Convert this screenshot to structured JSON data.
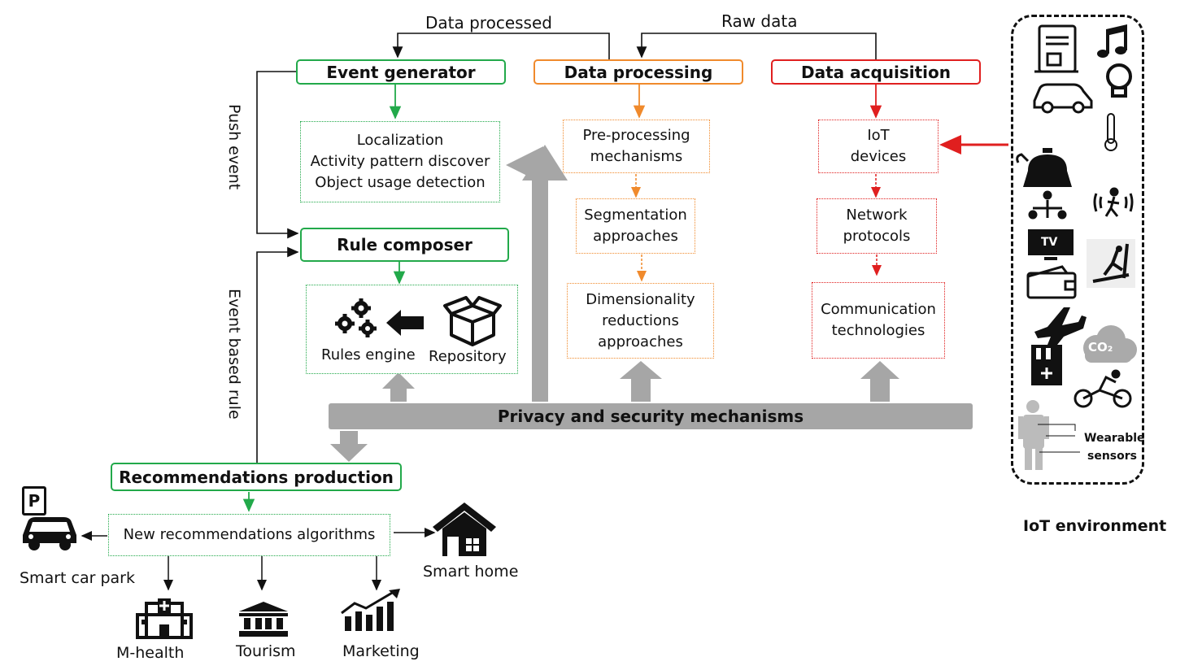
{
  "top_labels": {
    "data_processed": "Data processed",
    "raw_data": "Raw data"
  },
  "side_labels": {
    "push_event": "Push event",
    "event_based_rule": "Event based rule"
  },
  "headers": {
    "event_generator": "Event generator",
    "data_processing": "Data processing",
    "data_acquisition": "Data acquisition",
    "rule_composer": "Rule composer",
    "recommendations_production": "Recommendations production"
  },
  "event_generator_tasks": "Localization\nActivity pattern discover\nObject usage detection",
  "rule_composer_items": {
    "rules_engine": "Rules engine",
    "repository": "Repository"
  },
  "data_processing_steps": [
    "Pre-processing\nmechanisms",
    "Segmentation\napproaches",
    "Dimensionality\nreductions\napproaches"
  ],
  "data_acquisition_steps": [
    "IoT\ndevices",
    "Network\nprotocols",
    "Communication\ntechnologies"
  ],
  "privacy": "Privacy and security mechanisms",
  "algorithms": "New recommendations algorithms",
  "applications": {
    "smart_car_park": "Smart car park",
    "smart_home": "Smart home",
    "m_health": "M-health",
    "tourism": "Tourism",
    "marketing": "Marketing"
  },
  "iot": {
    "wearable": "Wearable",
    "sensors": "sensors",
    "environment": "IoT environment",
    "co2": "CO₂",
    "tv": "TV",
    "parking": "P"
  },
  "colors": {
    "green": "#22a94a",
    "orange": "#f08a2c",
    "red": "#e01f1f",
    "grey": "#a6a6a6"
  }
}
